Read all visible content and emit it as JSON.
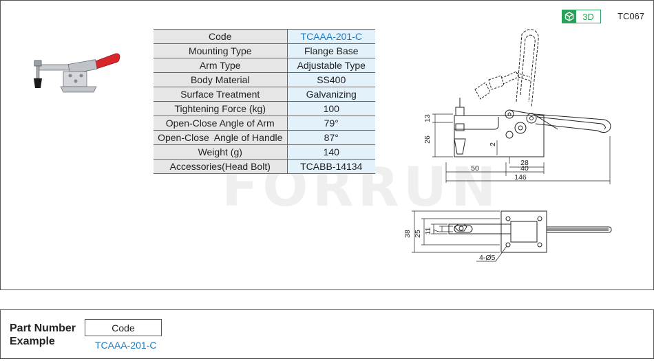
{
  "header": {
    "badge_3d_label": "3D",
    "model_code": "TC067"
  },
  "spec_table": {
    "rows": [
      {
        "key": "Code",
        "value": "TCAAA-201-C"
      },
      {
        "key": "Mounting Type",
        "value": "Flange Base"
      },
      {
        "key": "Arm Type",
        "value": "Adjustable Type"
      },
      {
        "key": "Body Material",
        "value": "SS400"
      },
      {
        "key": "Surface Treatment",
        "value": "Galvanizing"
      },
      {
        "key": "Tightening Force (kg)",
        "value": "100"
      },
      {
        "key": "Open-Close Angle of Arm",
        "value": "79°"
      },
      {
        "key": "Open-Close  Angle of Handle",
        "value": "87°"
      },
      {
        "key": "Weight (g)",
        "value": "140"
      },
      {
        "key": "Accessories(Head Bolt)",
        "value": "TCABB-14134"
      }
    ]
  },
  "watermark": "FORRUN",
  "side_view_dims": {
    "d13": "13",
    "d26": "26",
    "d2": "2",
    "d28": "28",
    "d40": "40",
    "d50": "50",
    "d146": "146"
  },
  "top_view_dims": {
    "d38": "38",
    "d25": "25",
    "d11": "11",
    "d7": "7",
    "holes": "4-Ø5"
  },
  "part_number": {
    "title_line1": "Part Number",
    "title_line2": "Example",
    "box_label": "Code",
    "value": "TCAAA-201-C"
  },
  "colors": {
    "accent_blue": "#1a7bc4",
    "badge_green": "#2aa05a",
    "handle_red": "#d8262b"
  }
}
